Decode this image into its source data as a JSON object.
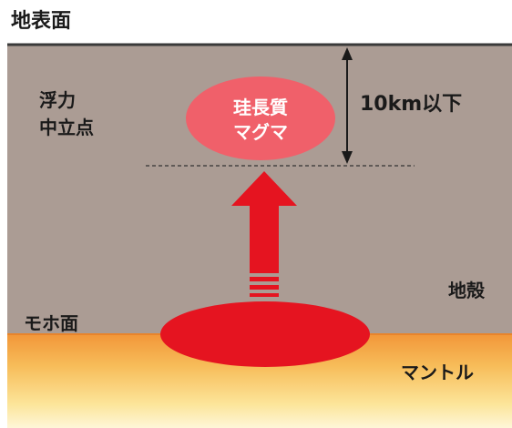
{
  "labels": {
    "surface": "地表面",
    "buoyancy_line1": "浮力",
    "buoyancy_line2": "中立点",
    "magma_line1": "珪長質",
    "magma_line2": "マグマ",
    "depth": "10km以下",
    "crust": "地殻",
    "moho": "モホ面",
    "mantle": "マントル"
  },
  "colors": {
    "crust": "#ab9c94",
    "surface_line": "#3a3a3a",
    "magma_pale": "#f0606a",
    "magma_pale_text": "#ffffff",
    "magma_body": "#e51420",
    "arrow": "#e51420",
    "mantle_top": "#f39a3c",
    "mantle_bottom": "#fdf2cf"
  }
}
